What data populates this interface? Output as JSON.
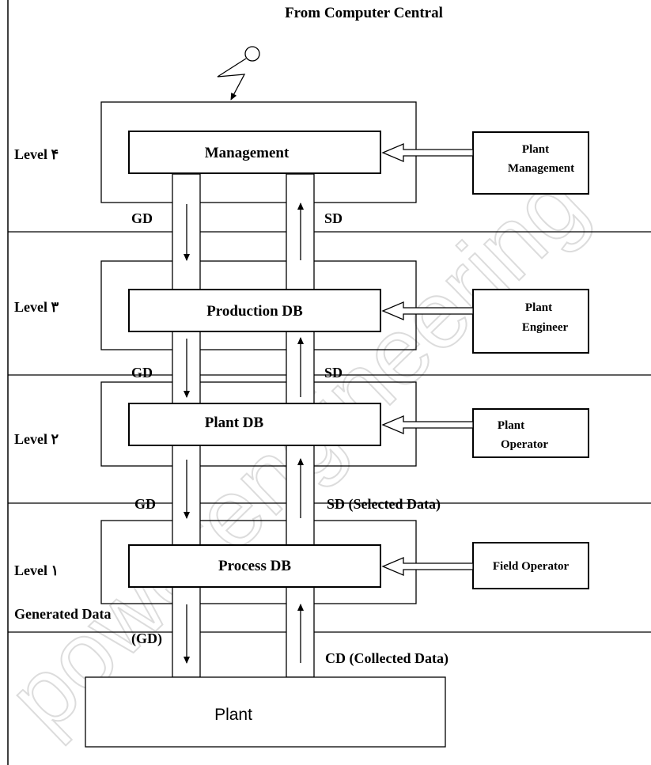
{
  "diagram": {
    "title": "From Computer Central",
    "levels": [
      {
        "label": "Level ۴",
        "box": "Management",
        "actor_line1": "Plant",
        "actor_line2": "Management",
        "down_label": "GD",
        "up_label": "SD"
      },
      {
        "label": "Level ۳",
        "box": "Production DB",
        "actor_line1": "Plant",
        "actor_line2": "Engineer",
        "down_label": "GD",
        "up_label": "SD"
      },
      {
        "label": "Level ۲",
        "box": "Plant DB",
        "actor_line1": "Plant",
        "actor_line2": "Operator",
        "down_label": "GD",
        "up_label": "SD (Selected Data)"
      },
      {
        "label": "Level ۱",
        "box": "Process DB",
        "actor_line1": "Field Operator",
        "actor_line2": "",
        "down_label_line1": "Generated Data",
        "down_label_line2": "(GD)",
        "up_label": "CD (Collected Data)"
      }
    ],
    "plant": "Plant",
    "watermark": "powerengineering"
  }
}
